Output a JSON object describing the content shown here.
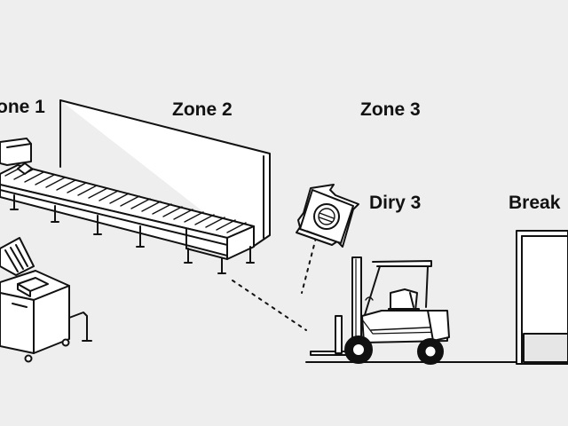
{
  "labels": {
    "zone1": "one 1",
    "zone2": "Zone 2",
    "zone3": "Zone 3",
    "diry3": "Diry 3",
    "break": "Break"
  },
  "colors": {
    "background": "#eeeeee",
    "stroke": "#111111",
    "fill": "#ffffff",
    "shade": "#e6e6e6"
  },
  "icons": {
    "conveyor": "conveyor-belt-icon",
    "wall": "partition-wall-icon",
    "packet": "snack-packet-icon",
    "forklift": "forklift-icon",
    "door": "doorway-icon",
    "machine": "packaging-machine-icon"
  }
}
